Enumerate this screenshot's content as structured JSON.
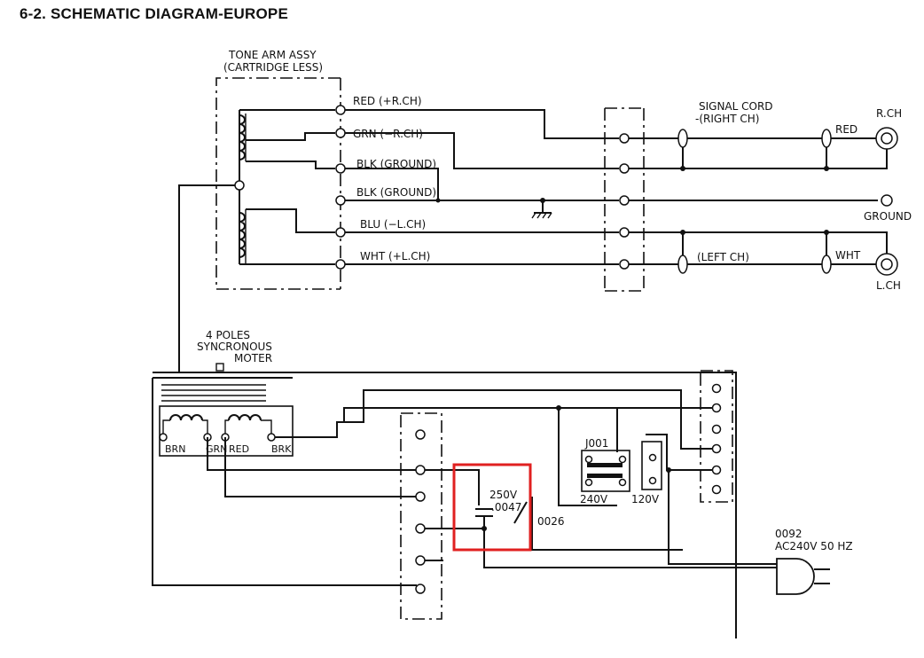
{
  "title": "6-2.  SCHEMATIC DIAGRAM-EUROPE",
  "tone_arm": {
    "line1": "TONE ARM ASSY",
    "line2": "(CARTRIDGE LESS)"
  },
  "wires": {
    "red": "RED (+R.CH)",
    "grn": "GRN (−R.CH)",
    "blk1": "BLK (GROUND)",
    "blk2": "BLK (GROUND)",
    "blu": "BLU (−L.CH)",
    "wht": "WHT (+L.CH)"
  },
  "signal_cord": {
    "line1": "SIGNAL CORD",
    "line2": "-(RIGHT CH)"
  },
  "outputs": {
    "red_label": "RED",
    "rch": "R.CH",
    "ground": "GROUND",
    "left_ch": "(LEFT CH)",
    "wht_label": "WHT",
    "lch": "L.CH"
  },
  "motor": {
    "line1": "4 POLES",
    "line2": "SYNCRONOUS",
    "line3": "MOTER"
  },
  "motor_leads": {
    "brn": "BRN",
    "grn": "GRN",
    "red": "RED",
    "brk": "BRK"
  },
  "capacitor": {
    "voltage": "250V",
    "value": ".0047",
    "part": "0026"
  },
  "switch": {
    "id": "J001",
    "v240": "240V",
    "v120": "120V"
  },
  "plug": {
    "part": "0092",
    "rating": "AC240V 50 HZ"
  },
  "colors": {
    "highlight": "#e02020",
    "ink": "#111111"
  }
}
